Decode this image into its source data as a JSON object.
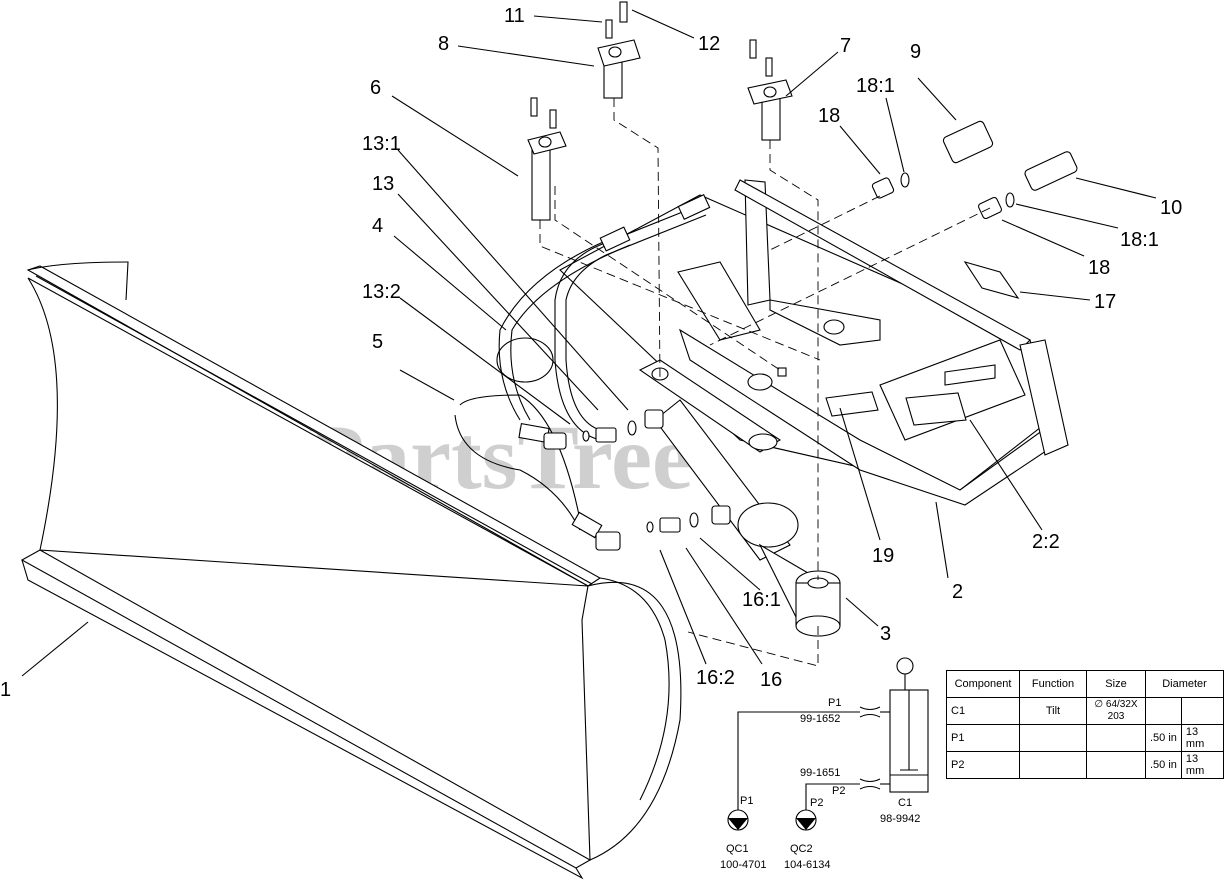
{
  "watermark": {
    "text": "PartsTree",
    "tm": "TM"
  },
  "callouts": {
    "c1": "1",
    "c2": "2",
    "c2_2": "2:2",
    "c3": "3",
    "c4": "4",
    "c5": "5",
    "c6": "6",
    "c7": "7",
    "c8": "8",
    "c9": "9",
    "c10": "10",
    "c11": "11",
    "c12": "12",
    "c13": "13",
    "c13_1": "13:1",
    "c13_2": "13:2",
    "c16": "16",
    "c16_1": "16:1",
    "c16_2": "16:2",
    "c17": "17",
    "c18a": "18",
    "c18b": "18",
    "c18_1a": "18:1",
    "c18_1b": "18:1",
    "c19": "19"
  },
  "schematic": {
    "p1_label": "P1",
    "p1_part": "99-1652",
    "p2_label": "P2",
    "p2_part": "99-1651",
    "c1_label": "C1",
    "c1_part": "98-9942",
    "qc1_port": "P1",
    "qc1_label": "QC1",
    "qc1_part": "100-4701",
    "qc2_port": "P2",
    "qc2_label": "QC2",
    "qc2_part": "104-6134"
  },
  "spec_table": {
    "headers": [
      "Component",
      "Function",
      "Size",
      "Diameter"
    ],
    "rows": [
      {
        "component": "C1",
        "function": "Tilt",
        "size": "∅ 64/32X\n203",
        "dia_in": "",
        "dia_mm": ""
      },
      {
        "component": "P1",
        "function": "",
        "size": "",
        "dia_in": ".50 in",
        "dia_mm": "13 mm"
      },
      {
        "component": "P2",
        "function": "",
        "size": "",
        "dia_in": ".50 in",
        "dia_mm": "13 mm"
      }
    ]
  }
}
